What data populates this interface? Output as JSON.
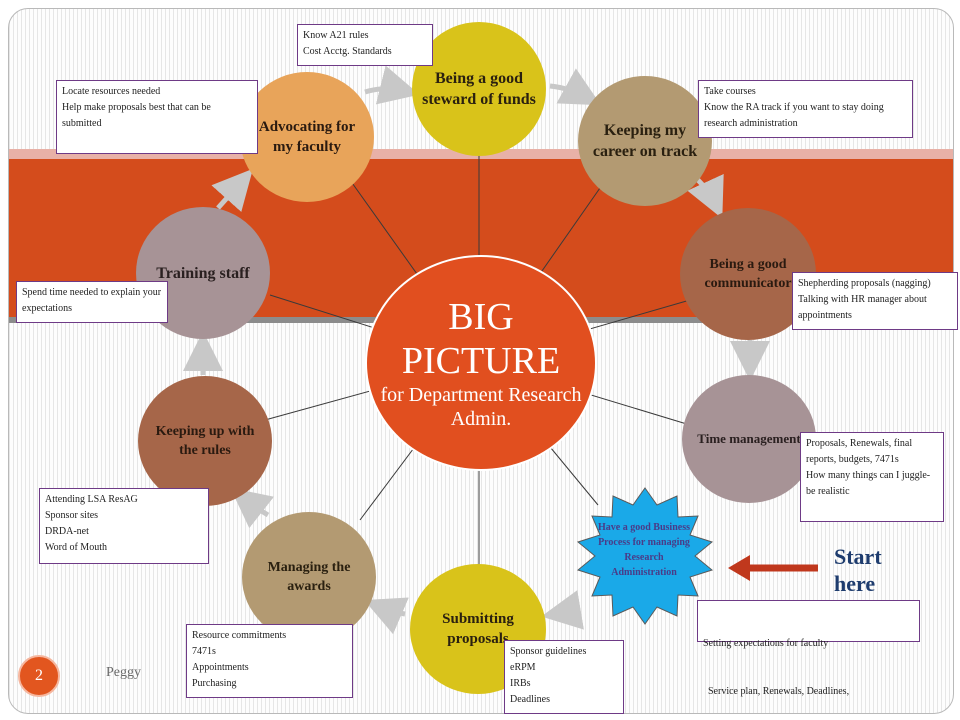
{
  "center": {
    "title": "BIG PICTURE",
    "subtitle": "for Department Research Admin."
  },
  "nodes": {
    "steward": "Being a good steward of funds",
    "career": "Keeping my career on track",
    "communicator": "Being a good communicator",
    "time": "Time management",
    "submitting": "Submitting proposals",
    "managing": "Managing the awards",
    "rules": "Keeping up with the rules",
    "training": "Training staff",
    "advocating": "Advocating for my faculty"
  },
  "notes": {
    "steward": [
      "Know A21 rules",
      "Cost Acctg. Standards"
    ],
    "advocating": [
      "Locate resources needed",
      "Help make proposals best that can be submitted"
    ],
    "career": [
      "Take courses",
      "Know the RA track if you want to stay doing research  administration"
    ],
    "communicator": [
      "Shepherding proposals (nagging)",
      "Talking with HR manager about appointments"
    ],
    "training": [
      "Spend time needed to explain your expectations"
    ],
    "time": [
      "Proposals, Renewals, final reports, budgets, 7471s",
      "How many things can I juggle-be realistic"
    ],
    "rules": [
      "Attending LSA ResAG",
      "Sponsor sites",
      "DRDA-net",
      "Word of Mouth"
    ],
    "managing": [
      "Resource commitments",
      "7471s",
      "Appointments",
      "Purchasing"
    ],
    "submitting": [
      "Sponsor guidelines",
      "eRPM",
      "IRBs",
      "Deadlines"
    ],
    "starting": [
      "Setting expectations for faculty",
      "  Service plan, Renewals, Deadlines,"
    ]
  },
  "star": {
    "text": "Have a good Business Process for managing Research Administration"
  },
  "start_here": "Start here",
  "footer": {
    "page_number": "2",
    "presenter": "Peggy"
  },
  "colors": {
    "band": "#d44c1c",
    "center": "#e14f1f",
    "steward": "#d9c31a",
    "career": "#b39a72",
    "communicator": "#a66649",
    "time": "#a79396",
    "submitting": "#d9c31a",
    "managing": "#b39a72",
    "rules": "#a66649",
    "training": "#a79396",
    "advocating": "#e8a45a",
    "star": "#1aa9e8",
    "note_border": "#6e3a86",
    "start_arrow": "#c0381d"
  }
}
